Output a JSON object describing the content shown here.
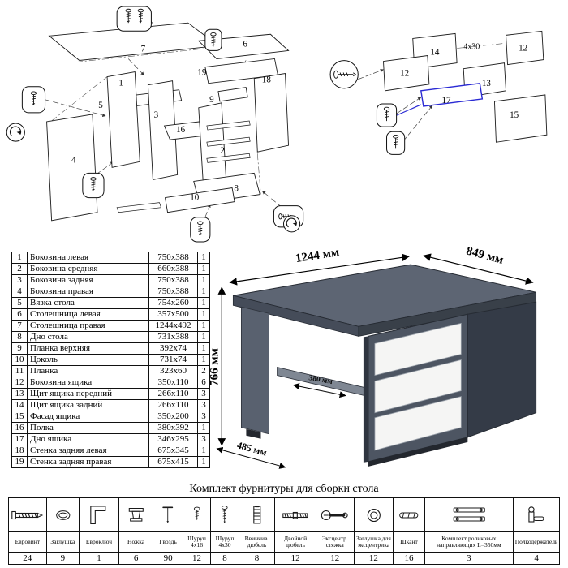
{
  "colors": {
    "desk_body": "#5d6573",
    "drawer_front": "#f5f5f4",
    "highlight_blue": "#2a2ad4"
  },
  "diagram_left": {
    "labels": {
      "p7": "7",
      "p6": "6",
      "p19": "19",
      "p18": "18",
      "p5": "5",
      "p1": "1",
      "p3": "3",
      "p16": "16",
      "p2": "2",
      "p4": "4",
      "p9": "9",
      "p10": "10",
      "p8": "8"
    }
  },
  "diagram_right": {
    "labels": {
      "p14": "14",
      "p12a": "12",
      "p12b": "12",
      "p13": "13",
      "p17": "17",
      "p15": "15",
      "screw": "4x30"
    }
  },
  "desk_view": {
    "dimensions": {
      "width": "1244 мм",
      "depth": "849 мм",
      "height": "766 мм",
      "front_depth": "485 мм",
      "shelf_depth": "380 мм"
    }
  },
  "parts": {
    "rows": [
      {
        "num": "1",
        "name": "Боковина левая",
        "size": "750x388",
        "qty": "1"
      },
      {
        "num": "2",
        "name": "Боковина средняя",
        "size": "660x388",
        "qty": "1"
      },
      {
        "num": "3",
        "name": "Боковина задняя",
        "size": "750x388",
        "qty": "1"
      },
      {
        "num": "4",
        "name": "Боковина правая",
        "size": "750x388",
        "qty": "1"
      },
      {
        "num": "5",
        "name": "Вязка стола",
        "size": "754x260",
        "qty": "1"
      },
      {
        "num": "6",
        "name": "Столешница левая",
        "size": "357x500",
        "qty": "1"
      },
      {
        "num": "7",
        "name": "Столешница правая",
        "size": "1244x492",
        "qty": "1"
      },
      {
        "num": "8",
        "name": "Дно стола",
        "size": "731x388",
        "qty": "1"
      },
      {
        "num": "9",
        "name": "Планка верхняя",
        "size": "392x74",
        "qty": "1"
      },
      {
        "num": "10",
        "name": "Цоколь",
        "size": "731x74",
        "qty": "1"
      },
      {
        "num": "11",
        "name": "Планка",
        "size": "323x60",
        "qty": "2"
      },
      {
        "num": "12",
        "name": "Боковина ящика",
        "size": "350x110",
        "qty": "6"
      },
      {
        "num": "13",
        "name": "Щит ящика передний",
        "size": "266x110",
        "qty": "3"
      },
      {
        "num": "14",
        "name": "Щит ящика задний",
        "size": "266x110",
        "qty": "3"
      },
      {
        "num": "15",
        "name": "Фасад ящика",
        "size": "350x200",
        "qty": "3"
      },
      {
        "num": "16",
        "name": "Полка",
        "size": "380x392",
        "qty": "1"
      },
      {
        "num": "17",
        "name": "Дно ящика",
        "size": "346x295",
        "qty": "3"
      },
      {
        "num": "18",
        "name": "Стенка задняя левая",
        "size": "675x345",
        "qty": "1"
      },
      {
        "num": "19",
        "name": "Стенка задняя правая",
        "size": "675x415",
        "qty": "1"
      }
    ]
  },
  "hardware": {
    "title": "Комплект фурнитуры для сборки стола",
    "items": [
      {
        "name": "Евровинт",
        "qty": "24",
        "icon": "confirmat-screw-icon"
      },
      {
        "name": "Заглушка",
        "qty": "9",
        "icon": "cap-icon"
      },
      {
        "name": "Евроключ",
        "qty": "1",
        "icon": "hex-key-icon"
      },
      {
        "name": "Ножка",
        "qty": "6",
        "icon": "furniture-leg-icon"
      },
      {
        "name": "Гвоздь",
        "qty": "90",
        "icon": "nail-icon"
      },
      {
        "name": "Шуруп 4x16",
        "qty": "12",
        "icon": "screw-4x16-icon"
      },
      {
        "name": "Шуруп 4x30",
        "qty": "8",
        "icon": "screw-4x30-icon"
      },
      {
        "name": "Ввинчив. дюбель",
        "qty": "8",
        "icon": "screw-in-dowel-icon"
      },
      {
        "name": "Двойной дюбель",
        "qty": "12",
        "icon": "double-dowel-icon"
      },
      {
        "name": "Эксцентр. стяжка",
        "qty": "12",
        "icon": "cam-bolt-icon"
      },
      {
        "name": "Заглушка для эксцентрика",
        "qty": "12",
        "icon": "cam-cap-icon"
      },
      {
        "name": "Шкант",
        "qty": "16",
        "icon": "wooden-dowel-icon"
      },
      {
        "name": "Комплект роликовых направляющих L=350мм",
        "qty": "3",
        "icon": "drawer-slides-icon"
      },
      {
        "name": "Полкодержатель",
        "qty": "4",
        "icon": "shelf-support-icon"
      }
    ]
  }
}
